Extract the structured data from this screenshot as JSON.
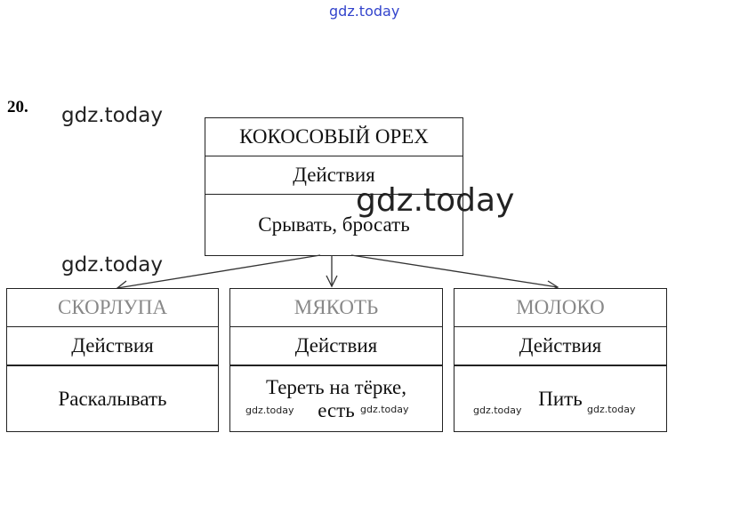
{
  "watermarks": [
    "gdz.today",
    "gdz.today",
    "gdz.today",
    "gdz.today",
    "gdz.today",
    "gdz.today",
    "gdz.today",
    "gdz.today"
  ],
  "task_number": "20.",
  "root": {
    "title": "КОКОСОВЫЙ ОРЕХ",
    "subtitle": "Действия",
    "content": "Срывать, бросать"
  },
  "children": [
    {
      "title": "СКОРЛУПА",
      "subtitle": "Действия",
      "content": "Раскалывать"
    },
    {
      "title": "МЯКОТЬ",
      "subtitle": "Действия",
      "content": "Тереть на тёрке, есть"
    },
    {
      "title": "МОЛОКО",
      "subtitle": "Действия",
      "content": "Пить"
    }
  ]
}
